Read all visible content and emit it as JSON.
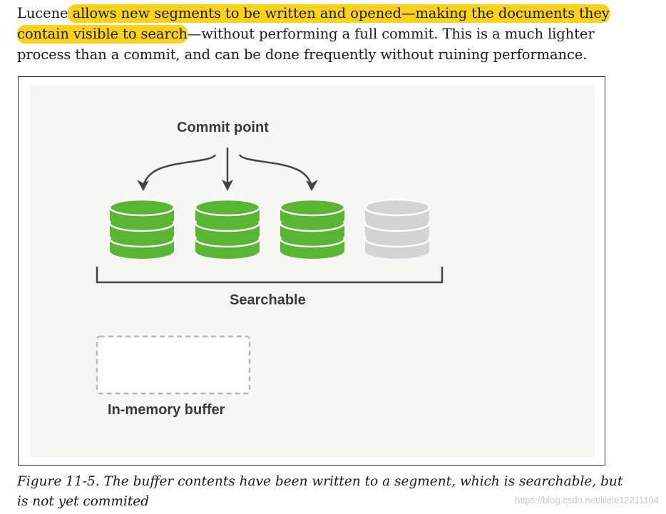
{
  "paragraph": {
    "line1_pre": "Lucene",
    "line1_hl": " allows new segments to be written and opened—making the documents they",
    "line2_hl": "contain visible to search",
    "line2_post": "—without performing a full commit. This is a much lighter",
    "line3": "process than a commit, and can be done frequently without ruining performance."
  },
  "diagram": {
    "commit_label": "Commit point",
    "searchable_label": "Searchable",
    "buffer_label": "In-memory buffer",
    "segments": [
      {
        "state": "committed",
        "color": "#5bb534"
      },
      {
        "state": "committed",
        "color": "#5bb534"
      },
      {
        "state": "committed",
        "color": "#5bb534"
      },
      {
        "state": "searchable-uncommitted",
        "color": "#d4d4d4"
      }
    ],
    "arrow_color": "#444444",
    "bracket_color": "#444444",
    "buffer_border_color": "#b8b8b8"
  },
  "caption": {
    "line1": "Figure 11-5. The buffer contents have been written to a segment, which is searchable, but",
    "line2": "is not yet commited"
  },
  "watermark": "https://blog.csdn.net/lilele12211104",
  "colors": {
    "highlight": "#ffd21a",
    "segment_green": "#5bb534",
    "segment_gray": "#d4d4d4"
  }
}
